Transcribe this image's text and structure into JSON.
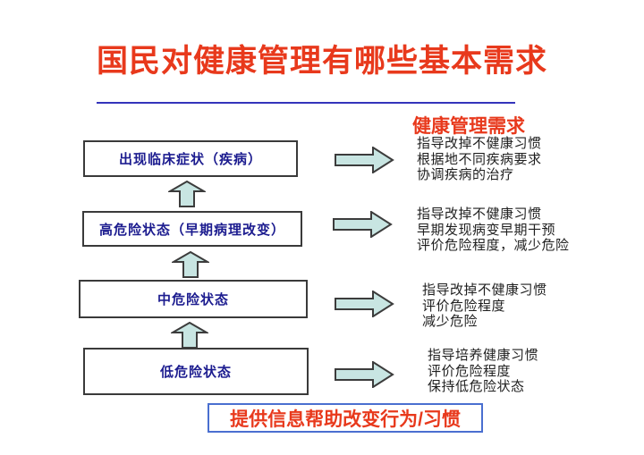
{
  "slide": {
    "title": "国民对健康管理有哪些基本需求",
    "section_header": "健康管理需求",
    "bottom_banner": "提供信息帮助改变行为/习惯"
  },
  "colors": {
    "title_red": "#e8391c",
    "box_text_navy": "#1c1c8f",
    "divider_blue": "#3434bb",
    "arrow_fill": "#c8e5e2",
    "arrow_stroke": "#3c3c3c",
    "banner_border_blue": "#4a6fd0",
    "body_text": "#1f1f1f",
    "box_border": "#3a3a3a"
  },
  "stages": [
    {
      "label": "出现临床症状（疾病）",
      "needs": [
        "指导改掉不健康习惯",
        "根据地不同疾病要求",
        "协调疾病的治疗"
      ]
    },
    {
      "label": "高危险状态（早期病理改变）",
      "needs": [
        "指导改掉不健康习惯",
        "早期发现病变早期干预",
        "评价危险程度，减少危险"
      ]
    },
    {
      "label": "中危险状态",
      "needs": [
        "指导改掉不健康习惯",
        "评价危险程度",
        "减少危险"
      ]
    },
    {
      "label": "低危险状态",
      "needs": [
        "指导培养健康习惯",
        "评价危险程度",
        "保持低危险状态"
      ]
    }
  ]
}
